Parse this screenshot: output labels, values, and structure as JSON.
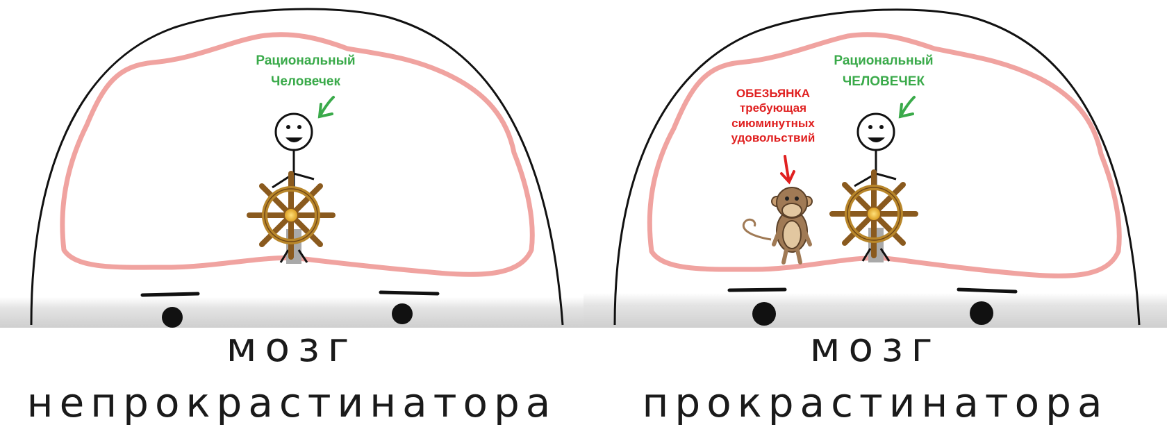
{
  "left_panel": {
    "rational_label": [
      "Рациональный",
      "Человечек"
    ],
    "caption_line1": "мозг",
    "caption_line2": "непрокрастинатора"
  },
  "right_panel": {
    "rational_label": [
      "Рациональный",
      "ЧЕЛОВЕЧЕК"
    ],
    "monkey_label": [
      "ОБЕЗЬЯНКА",
      "требующая",
      "сиюминутных",
      "удовольствий"
    ],
    "caption_line1": "мозг",
    "caption_line2": "прокрастинатора"
  },
  "colors": {
    "brain_outline": "#f0a3a0",
    "rational_label": "#3aaa4a",
    "monkey_label": "#e02020",
    "wheel": "#b8862a",
    "monkey": "#a07a55"
  }
}
